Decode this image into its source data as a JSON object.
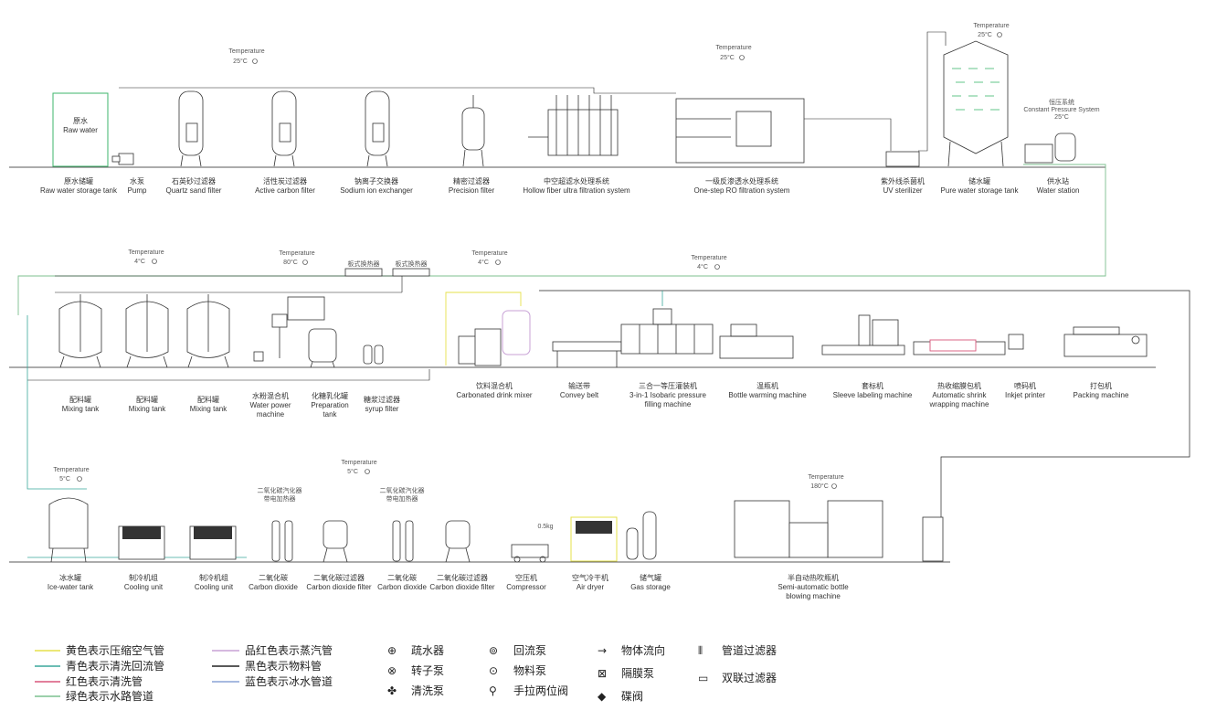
{
  "colors": {
    "air": "#e6e14a",
    "cip": "#3aa79b",
    "wash": "#d8577b",
    "water": "#7cc08f",
    "steam": "#c8a2d6",
    "material": "#222222",
    "ice": "#8aa4d6",
    "tankGreen": "#3db66b"
  },
  "labels": {
    "rawwater_inside_cn": "原水",
    "rawwater_inside_en": "Raw water",
    "rawwater_cn": "原水储罐",
    "rawwater_en": "Raw water storage tank",
    "pump_cn": "水泵",
    "pump_en": "Pump",
    "quartz_cn": "石英砂过滤器",
    "quartz_en": "Quartz sand filter",
    "carbon_cn": "活性炭过滤器",
    "carbon_en": "Active carbon filter",
    "sodium_cn": "钠离子交换器",
    "sodium_en": "Sodium ion exchanger",
    "precision_cn": "精密过滤器",
    "precision_en": "Precision filter",
    "hollow_cn": "中空超滤水处理系统",
    "hollow_en": "Hollow fiber ultra filtration system",
    "ro_cn": "一级反渗透水处理系统",
    "ro_en": "One-step RO filtration system",
    "uv_cn": "紫外线杀菌机",
    "uv_en": "UV sterilizer",
    "pure_cn": "储水罐",
    "pure_en": "Pure water storage tank",
    "station_cn": "供水站",
    "station_en": "Water station",
    "constp_cn": "恒压系统",
    "constp_en": "Constant Pressure System",
    "constp_temp": "25°C",
    "mix1_cn": "配料罐",
    "mix_en": "Mixing tank",
    "powder_cn": "水粉混合机",
    "powder_en1": "Water power",
    "powder_en2": "machine",
    "sugar_cn": "化糖乳化罐",
    "sugar_en1": "Preparation",
    "sugar_en2": "tank",
    "syrup_cn": "糖浆过滤器",
    "syrup_en": "syrup filter",
    "plate1": "板式换热器",
    "plate2": "板式换热器",
    "carbmix_cn": "饮料混合机",
    "carbmix_en": "Carbonated drink mixer",
    "convey_cn": "输送带",
    "convey_en": "Convey belt",
    "filling_cn": "三合一等压灌装机",
    "filling_en1": "3-in-1 Isobaric pressure",
    "filling_en2": "filling machine",
    "warm_cn": "温瓶机",
    "warm_en": "Bottle warming machine",
    "sleeve_cn": "套标机",
    "sleeve_en": "Sleeve labeling machine",
    "shrink_cn": "热收缩膜包机",
    "shrink_en1": "Automatic shrink",
    "shrink_en2": "wrapping machine",
    "inkjet_cn": "喷码机",
    "inkjet_en": "Inkjet printer",
    "pack_cn": "打包机",
    "pack_en": "Packing machine",
    "ice_cn": "冰水罐",
    "ice_en": "Ice-water tank",
    "cool_cn": "制冷机组",
    "cool_en": "Cooling unit",
    "co2_cn": "二氧化碳",
    "co2_en": "Carbon dioxide",
    "co2f_cn": "二氧化碳过滤器",
    "co2f_en": "Carbon dioxide filter",
    "co2note1_l1": "二氧化碳汽化器",
    "co2note1_l2": "带电加热器",
    "co2note2_l1": "二氧化碳汽化器",
    "co2note2_l2": "带电加热器",
    "comp_cn": "空压机",
    "comp_en": "Compressor",
    "comp_pressure": "0.5kg",
    "dryer_cn": "空气冷干机",
    "dryer_en": "Air dryer",
    "gas_cn": "储气罐",
    "gas_en": "Gas storage",
    "blow_cn": "半自动热吹瓶机",
    "blow_en1": "Semi-automatic bottle",
    "blow_en2": "blowing machine",
    "temperature": "Temperature",
    "t1": "25°C",
    "t2": "25°C",
    "t3": "25°C",
    "t4": "4°C",
    "t5": "80°C",
    "t6": "4°C",
    "t7": "4°C",
    "t8": "5°C",
    "t9": "5°C",
    "t10": "180°C"
  },
  "legend": {
    "lines": [
      {
        "text": "黄色表示压缩空气管",
        "color": "#e6e14a"
      },
      {
        "text": "青色表示清洗回流管",
        "color": "#3aa79b"
      },
      {
        "text": "红色表示清洗管",
        "color": "#d8577b"
      },
      {
        "text": "绿色表示水路管道",
        "color": "#7cc08f"
      },
      {
        "text": "品红色表示蒸汽管",
        "color": "#c8a2d6"
      },
      {
        "text": "黑色表示物料管",
        "color": "#222222"
      },
      {
        "text": "蓝色表示冰水管道",
        "color": "#8aa4d6"
      }
    ],
    "symbols": [
      {
        "icon": "trap-icon",
        "glyph": "⊕",
        "text": "疏水器"
      },
      {
        "icon": "rotor-pump-icon",
        "glyph": "⊗",
        "text": "转子泵"
      },
      {
        "icon": "cleaning-pump-icon",
        "glyph": "✤",
        "text": "清洗泵"
      },
      {
        "icon": "return-pump-icon",
        "glyph": "⊚",
        "text": "回流泵"
      },
      {
        "icon": "material-pump-icon",
        "glyph": "⊙",
        "text": "物料泵"
      },
      {
        "icon": "manual-valve-icon",
        "glyph": "⚲",
        "text": "手拉两位阀"
      },
      {
        "icon": "flow-direction-icon",
        "glyph": "→",
        "text": "物体流向"
      },
      {
        "icon": "diaphragm-pump-icon",
        "glyph": "⊠",
        "text": "隔膜泵"
      },
      {
        "icon": "butterfly-valve-icon",
        "glyph": "◆",
        "text": "碟阀"
      },
      {
        "icon": "pipe-filter-icon",
        "glyph": "⫴",
        "text": "管道过滤器"
      },
      {
        "icon": "duplex-filter-icon",
        "glyph": "▭",
        "text": "双联过滤器"
      }
    ]
  }
}
